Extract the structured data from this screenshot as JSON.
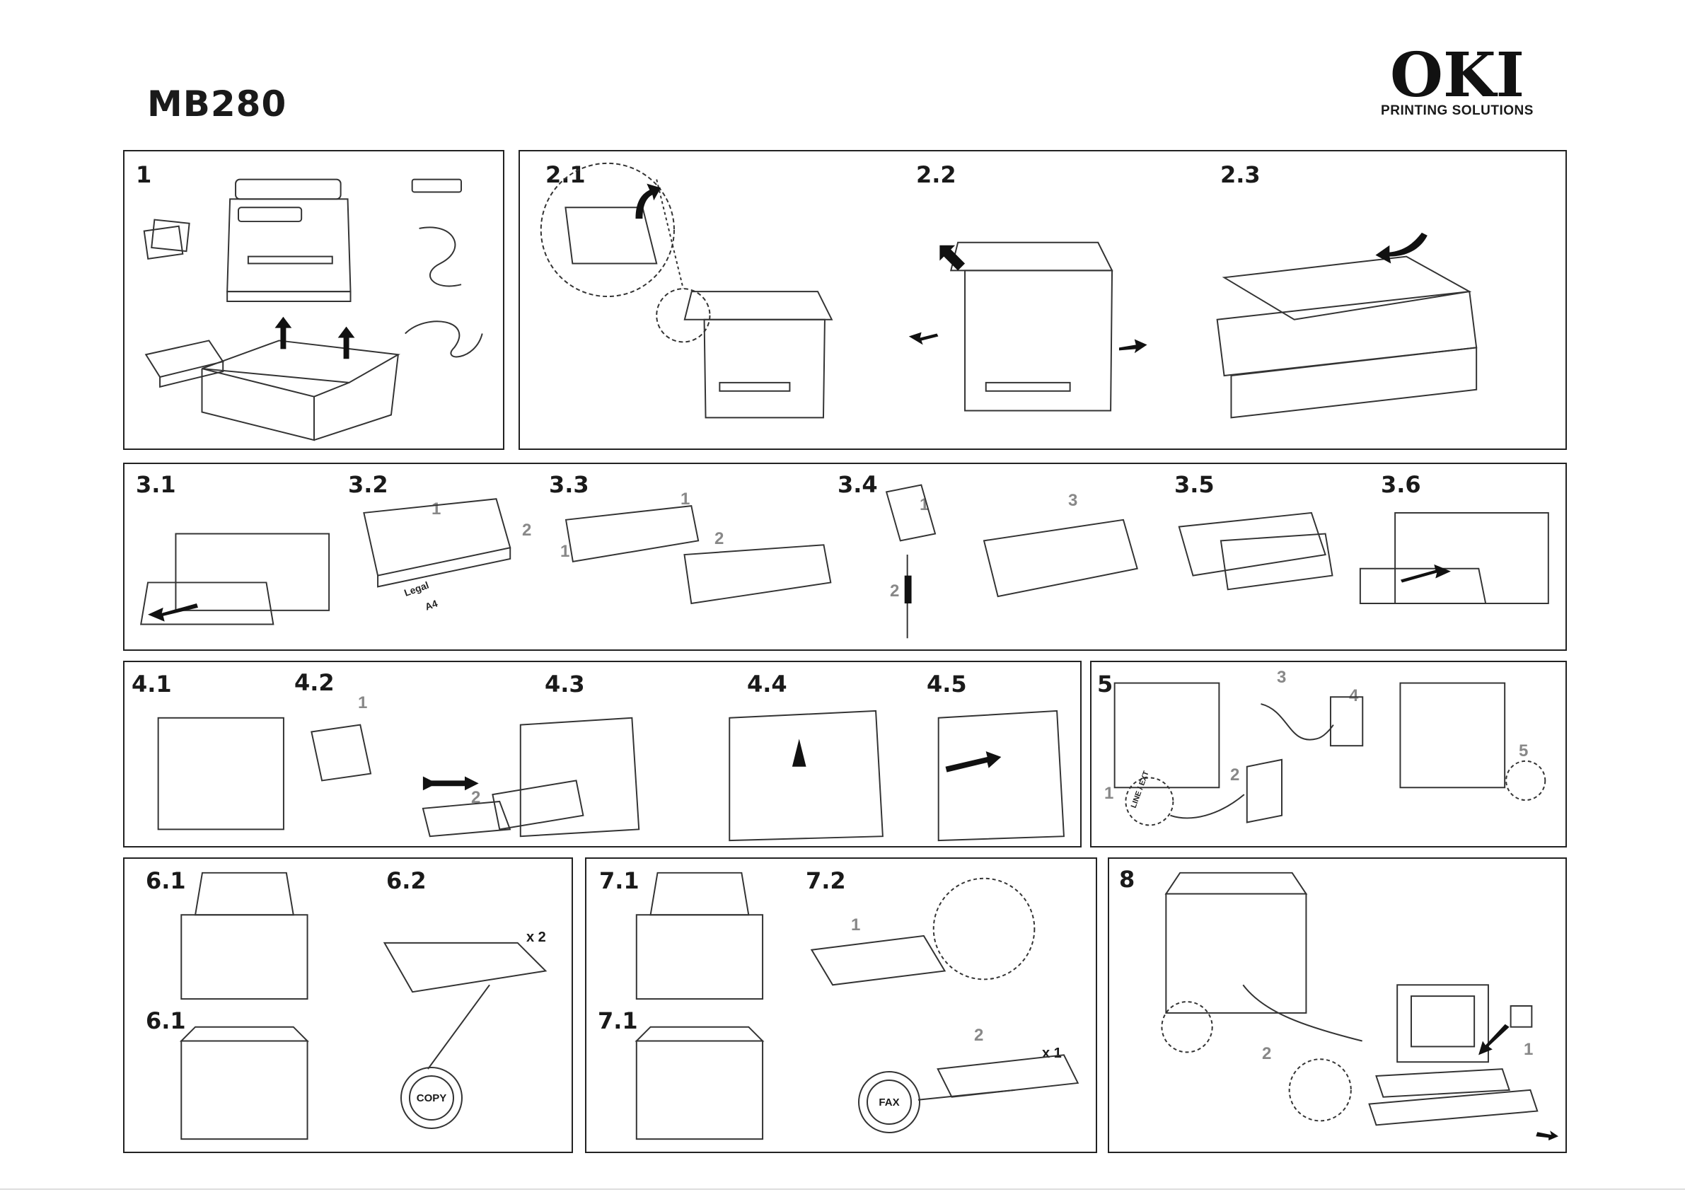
{
  "header": {
    "model": "MB280"
  },
  "brand": {
    "name": "OKI",
    "tagline": "PRINTING SOLUTIONS"
  },
  "steps": {
    "s1": "1",
    "s2_1": "2.1",
    "s2_2": "2.2",
    "s2_3": "2.3",
    "s3_1": "3.1",
    "s3_2": "3.2",
    "s3_3": "3.3",
    "s3_4": "3.4",
    "s3_5": "3.5",
    "s3_6": "3.6",
    "s4_1": "4.1",
    "s4_2": "4.2",
    "s4_3": "4.3",
    "s4_4": "4.4",
    "s4_5": "4.5",
    "s5": "5",
    "s6_1a": "6.1",
    "s6_2": "6.2",
    "s6_1b": "6.1",
    "s7_1a": "7.1",
    "s7_2": "7.2",
    "s7_1b": "7.1",
    "s8": "8"
  },
  "sub": {
    "p3_2_a": "1",
    "p3_2_b": "2",
    "p3_3_a": "1",
    "p3_3_b": "1",
    "p3_3_c": "2",
    "p3_4_a": "1",
    "p3_4_b": "2",
    "p3_4_c": "3",
    "p4_2_a": "1",
    "p4_2_b": "2",
    "p5_a": "3",
    "p5_b": "4",
    "p5_c": "2",
    "p5_d": "1",
    "p5_e": "5",
    "p7_2_a": "1",
    "p7_2_b": "2",
    "p8_a": "1",
    "p8_b": "2"
  },
  "paper_sizes": {
    "legal": "Legal",
    "a4": "A4"
  },
  "line_label": "LINE / EXT",
  "buttons": {
    "copy": "COPY",
    "fax": "FAX"
  },
  "multipliers": {
    "copy": "x 2",
    "fax": "x 1"
  },
  "icon_names": [
    "printer-icon",
    "box-icon",
    "cable-icon",
    "toner-cartridge-icon",
    "paper-tray-icon",
    "hand-icon",
    "arrow-icon",
    "wall-socket-icon",
    "telephone-jack-icon",
    "keypad-icon",
    "computer-icon",
    "usb-cable-icon",
    "cd-icon"
  ]
}
